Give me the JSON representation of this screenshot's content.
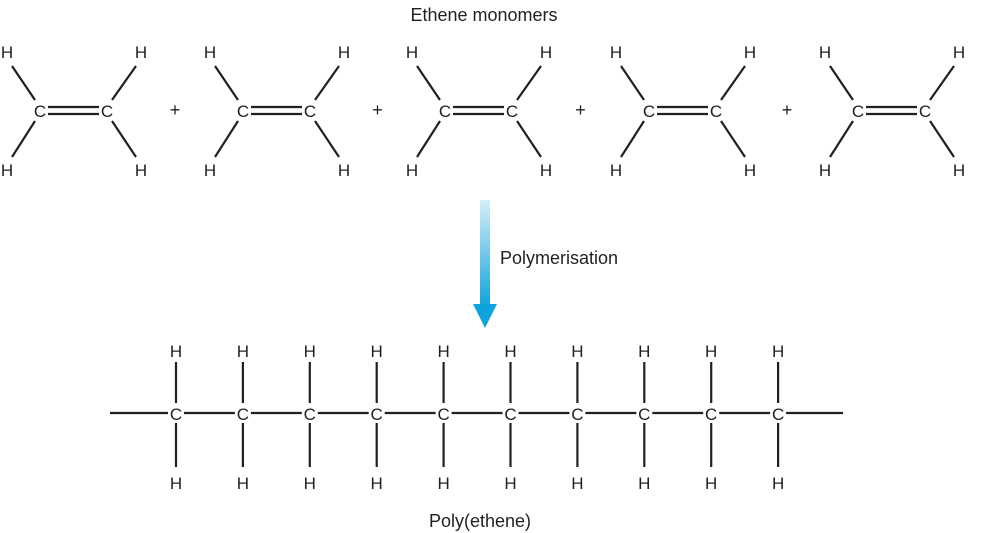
{
  "diagram": {
    "title": "Ethene monomers",
    "arrow_label": "Polymerisation",
    "product_label": "Poly(ethene)",
    "plus_symbol": "+",
    "carbon_symbol": "C",
    "hydrogen_symbol": "H",
    "monomer_count": 5,
    "polymer_carbon_count": 10,
    "arrow_color_top": "#d6eef9",
    "arrow_color_bottom": "#0ea3dd",
    "ink_color": "#231f20"
  }
}
